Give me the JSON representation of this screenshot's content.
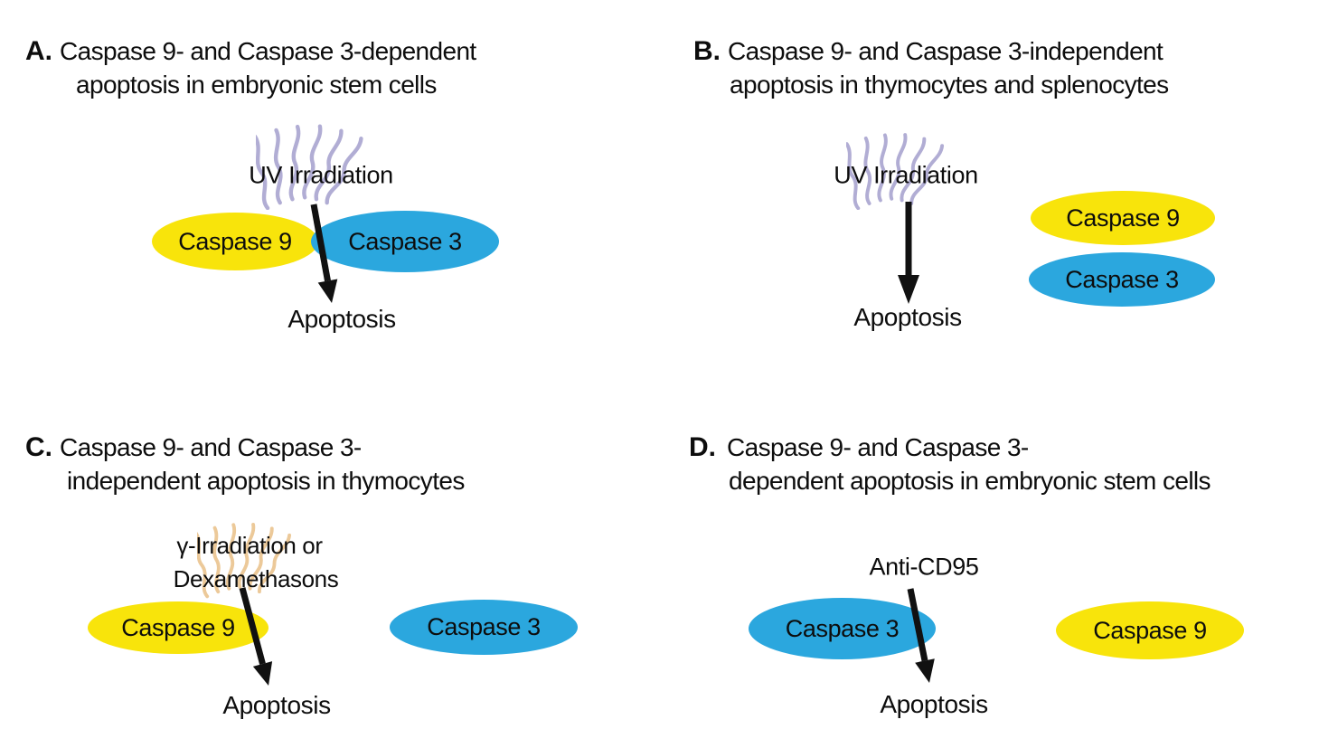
{
  "panels": [
    {
      "label": "A.",
      "title_line1": "Caspase 9- and Caspase 3-dependent",
      "title_line2": "apoptosis in embryonic stem cells",
      "stimulus_line1": "UV Irradiation",
      "stimulus_line2": "",
      "outcome": "Apoptosis",
      "wave_color": "#a9a5d0",
      "ellipses": [
        {
          "label": "Caspase 9",
          "color": "#f8e40b"
        },
        {
          "label": "Caspase 3",
          "color": "#2ba7de"
        }
      ]
    },
    {
      "label": "B.",
      "title_line1": "Caspase 9- and Caspase 3-independent",
      "title_line2": "apoptosis in thymocytes and splenocytes",
      "stimulus_line1": "UV Irradiation",
      "stimulus_line2": "",
      "outcome": "Apoptosis",
      "wave_color": "#a9a5d0",
      "ellipses": [
        {
          "label": "Caspase 9",
          "color": "#f8e40b"
        },
        {
          "label": "Caspase 3",
          "color": "#2ba7de"
        }
      ]
    },
    {
      "label": "C.",
      "title_line1": "Caspase 9- and Caspase 3-",
      "title_line2": "independent apoptosis in thymocytes",
      "stimulus_line1": "γ-Irradiation or",
      "stimulus_line2": "Dexamethasons",
      "outcome": "Apoptosis",
      "wave_color": "#eac48f",
      "ellipses": [
        {
          "label": "Caspase 9",
          "color": "#f8e40b"
        },
        {
          "label": "Caspase 3",
          "color": "#2ba7de"
        }
      ]
    },
    {
      "label": "D.",
      "title_line1": "Caspase 9- and Caspase 3-",
      "title_line2": "dependent apoptosis in embryonic stem cells",
      "stimulus_line1": "Anti-CD95",
      "stimulus_line2": "",
      "outcome": "Apoptosis",
      "ellipses": [
        {
          "label": "Caspase 3",
          "color": "#2ba7de"
        },
        {
          "label": "Caspase 9",
          "color": "#f8e40b"
        }
      ]
    }
  ],
  "colors": {
    "caspase9_yellow": "#f8e40b",
    "caspase3_blue": "#2ba7de",
    "uv_waves_purple": "#a9a5d0",
    "gamma_waves_orange": "#eac48f",
    "arrow_black": "#111111",
    "background": "#ffffff"
  }
}
